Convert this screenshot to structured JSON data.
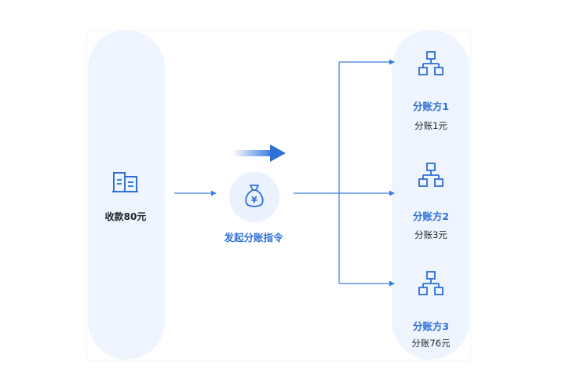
{
  "source": {
    "label": "收款80元",
    "icon": "building-icon"
  },
  "command": {
    "label": "发起分账指令",
    "icon": "money-bag-icon",
    "symbol": "¥"
  },
  "receivers": [
    {
      "name": "分账方1",
      "amount": "分账1元",
      "icon": "org-tree-icon"
    },
    {
      "name": "分账方2",
      "amount": "分账3元",
      "icon": "org-tree-icon"
    },
    {
      "name": "分账方3",
      "amount": "分账76元",
      "icon": "org-tree-icon"
    }
  ],
  "colors": {
    "accent": "#2f6fd6",
    "pill": "#eef5fe",
    "line": "#3a7de0"
  }
}
